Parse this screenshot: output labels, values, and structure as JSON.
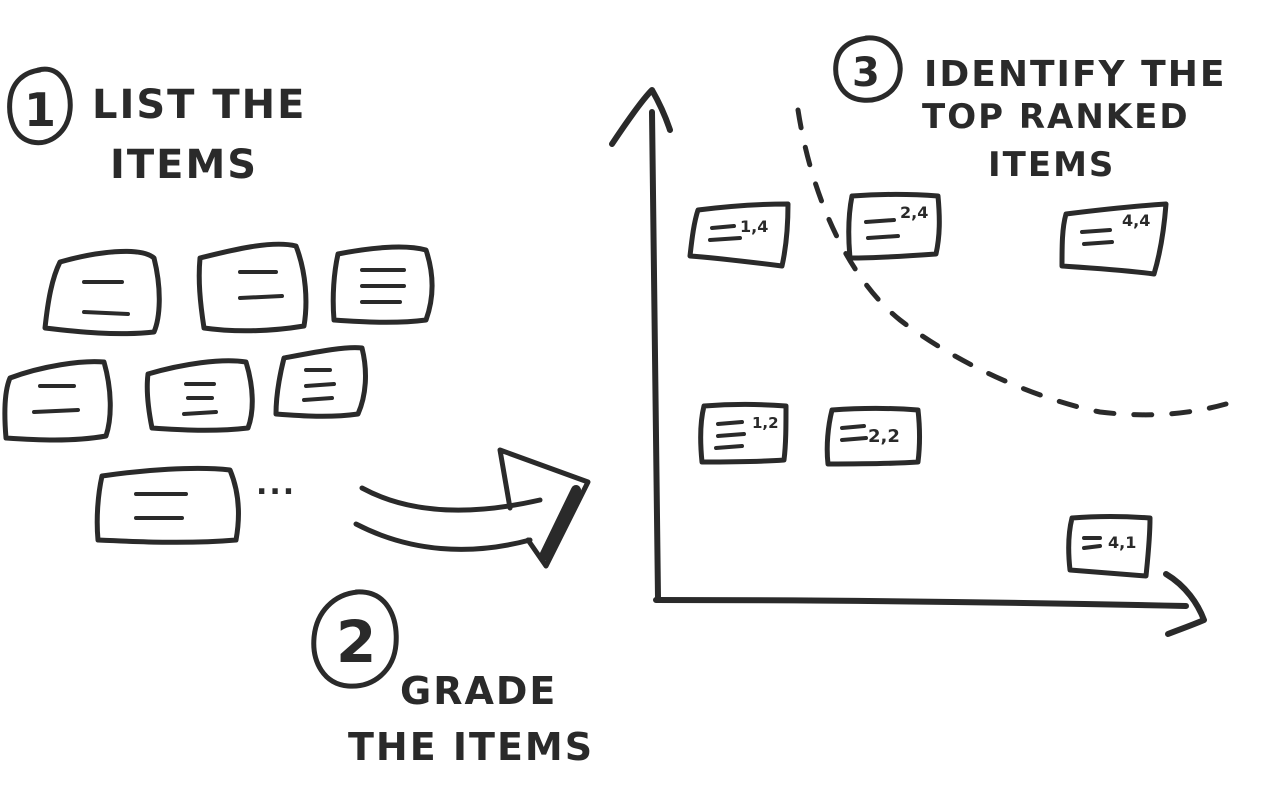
{
  "steps": [
    {
      "number": "1",
      "line1": "LIST THE",
      "line2": "ITEMS"
    },
    {
      "number": "2",
      "line1": "GRADE",
      "line2": "THE ITEMS"
    },
    {
      "number": "3",
      "line1": "IDENTIFY THE",
      "line2": "TOP RANKED",
      "line3": "ITEMS"
    }
  ],
  "ellipsis": "...",
  "graded_items": [
    {
      "label": "1,4"
    },
    {
      "label": "2,4"
    },
    {
      "label": "4,4"
    },
    {
      "label": "1,2"
    },
    {
      "label": "2,2"
    },
    {
      "label": "4,1"
    }
  ],
  "ink_color": "#2a2a2a"
}
